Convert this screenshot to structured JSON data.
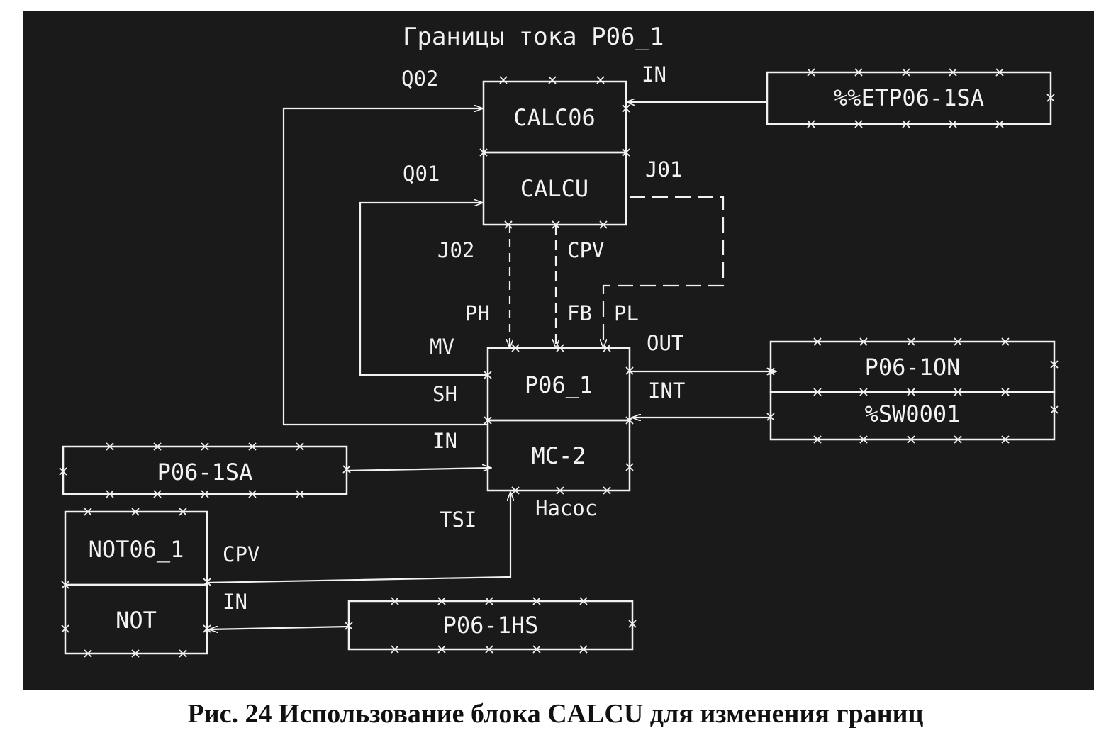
{
  "diagram": {
    "title": "Границы тока P06_1",
    "blocks": {
      "calc06": "CALC06",
      "calcu": "CALCU",
      "etp": "%%ETP06-1SA",
      "p061": "P06_1",
      "mc2": "MC-2",
      "p061on": "P06-1ON",
      "sw0001": "%SW0001",
      "p061sa": "P06-1SA",
      "not061": "NOT06_1",
      "not": "NOT",
      "p061hs": "P06-1HS"
    },
    "pins": {
      "q02": "Q02",
      "in_calc": "IN",
      "q01": "Q01",
      "j01": "J01",
      "j02": "J02",
      "cpv_calc": "CPV",
      "ph": "PH",
      "fb": "FB",
      "pl": "PL",
      "mv": "MV",
      "out": "OUT",
      "sh": "SH",
      "int": "INT",
      "in_p06": "IN",
      "tsi": "TSI",
      "nasos": "Насос",
      "cpv_not": "CPV",
      "in_not": "IN"
    }
  },
  "caption": "Рис. 24 Использование блока CALCU для изменения границ",
  "colors": {
    "background": "#1a1a1a",
    "line": "#f2f2f2",
    "page": "#ffffff"
  }
}
